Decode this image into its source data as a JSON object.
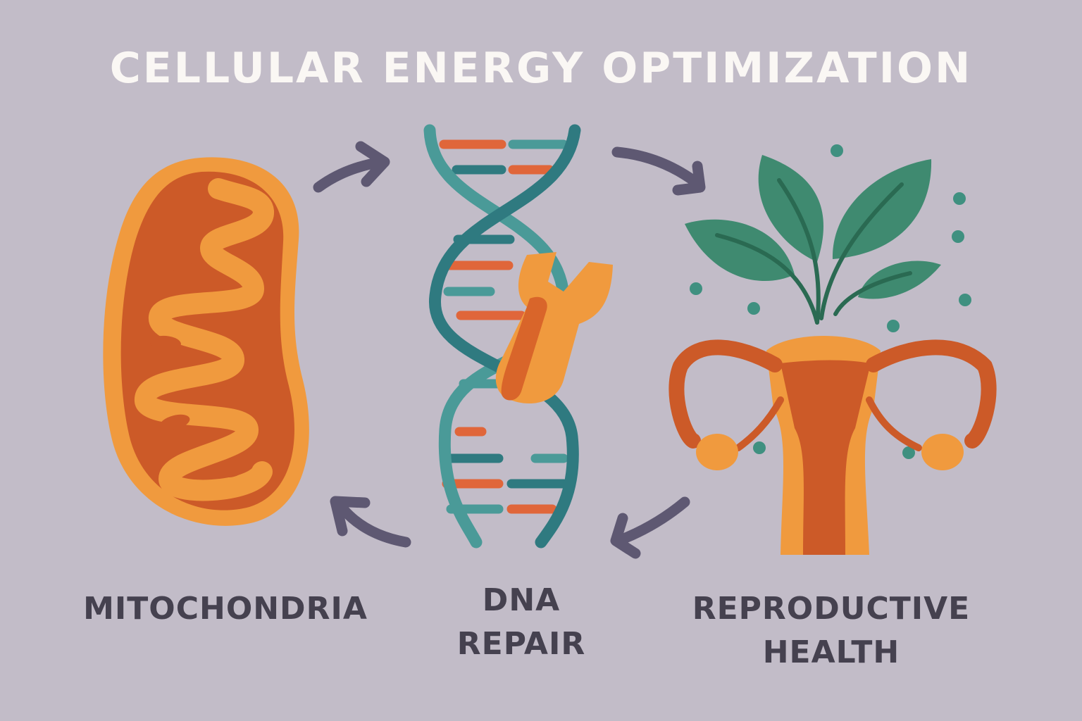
{
  "title": "CELLULAR ENERGY OPTIMIZATION",
  "colors": {
    "background": "#c2bcc8",
    "title_text": "#faf7f4",
    "label_text": "#45414f",
    "arrow": "#5e5872",
    "orange_light": "#f09a3e",
    "orange_dark": "#cc5a28",
    "teal_light": "#4a9a98",
    "teal_dark": "#2f7a80",
    "leaf": "#3f8a70",
    "leaf_vein": "#2a6a52",
    "dot": "#3f9080"
  },
  "nodes": [
    {
      "id": "mitochondria",
      "icon": "mitochondria-icon",
      "label": "MITOCHONDRIA"
    },
    {
      "id": "dna-repair",
      "icon": "dna-wrench-icon",
      "label_line1": "DNA",
      "label_line2": "REPAIR"
    },
    {
      "id": "reproductive-health",
      "icon": "uterus-plant-icon",
      "label_line1": "REPRODUCTIVE",
      "label_line2": "HEALTH"
    }
  ],
  "arrows": [
    {
      "from": "mitochondria",
      "to": "dna-repair",
      "direction": "up-right"
    },
    {
      "from": "dna-repair",
      "to": "reproductive-health",
      "direction": "down-right"
    },
    {
      "from": "reproductive-health",
      "to": "dna-repair",
      "direction": "down-left"
    },
    {
      "from": "dna-repair",
      "to": "mitochondria",
      "direction": "up-left"
    }
  ]
}
